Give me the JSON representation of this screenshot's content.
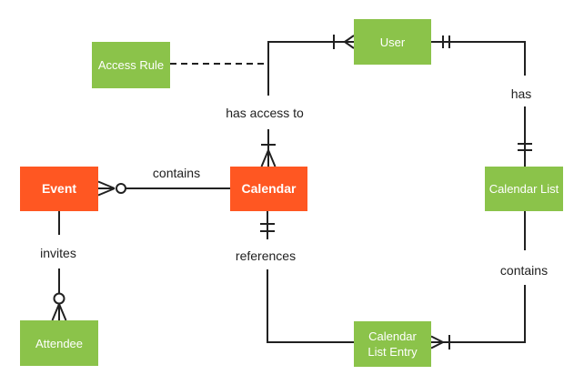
{
  "diagram": {
    "type": "entity-relationship-diagram",
    "colors": {
      "entity_green": "#8BC34A",
      "entity_orange": "#FF5722",
      "entity_text": "#FFFFFF",
      "connector_line": "#212121",
      "label_text": "#212121",
      "background": "#FFFFFF"
    },
    "entities": [
      {
        "id": "access-rule",
        "label": "Access Rule",
        "color": "green"
      },
      {
        "id": "user",
        "label": "User",
        "color": "green"
      },
      {
        "id": "event",
        "label": "Event",
        "color": "orange"
      },
      {
        "id": "calendar",
        "label": "Calendar",
        "color": "orange"
      },
      {
        "id": "calendar-list",
        "label": "Calendar List",
        "color": "green"
      },
      {
        "id": "attendee",
        "label": "Attendee",
        "color": "green"
      },
      {
        "id": "calendar-list-entry",
        "label": "Calendar List Entry",
        "color": "green"
      }
    ],
    "relationships": [
      {
        "label": "has access to",
        "from": "User",
        "to": "Calendar",
        "from_cardinality": "one-or-many",
        "to_cardinality": "one-or-many",
        "line_style": "solid"
      },
      {
        "label": "",
        "from": "Access Rule",
        "to": "has-access-to relationship line",
        "from_cardinality": "none",
        "to_cardinality": "none",
        "line_style": "dashed"
      },
      {
        "label": "has",
        "from": "User",
        "to": "Calendar List",
        "from_cardinality": "exactly-one",
        "to_cardinality": "exactly-one",
        "line_style": "solid"
      },
      {
        "label": "contains",
        "from": "Calendar",
        "to": "Event",
        "from_cardinality": "none",
        "to_cardinality": "zero-or-many",
        "line_style": "solid"
      },
      {
        "label": "invites",
        "from": "Event",
        "to": "Attendee",
        "from_cardinality": "none",
        "to_cardinality": "zero-or-many",
        "line_style": "solid"
      },
      {
        "label": "references",
        "from": "Calendar",
        "to": "Calendar List Entry",
        "from_cardinality": "exactly-one",
        "to_cardinality": "none",
        "line_style": "solid"
      },
      {
        "label": "contains",
        "from": "Calendar List",
        "to": "Calendar List Entry",
        "from_cardinality": "none",
        "to_cardinality": "one-or-many",
        "line_style": "solid"
      }
    ]
  }
}
